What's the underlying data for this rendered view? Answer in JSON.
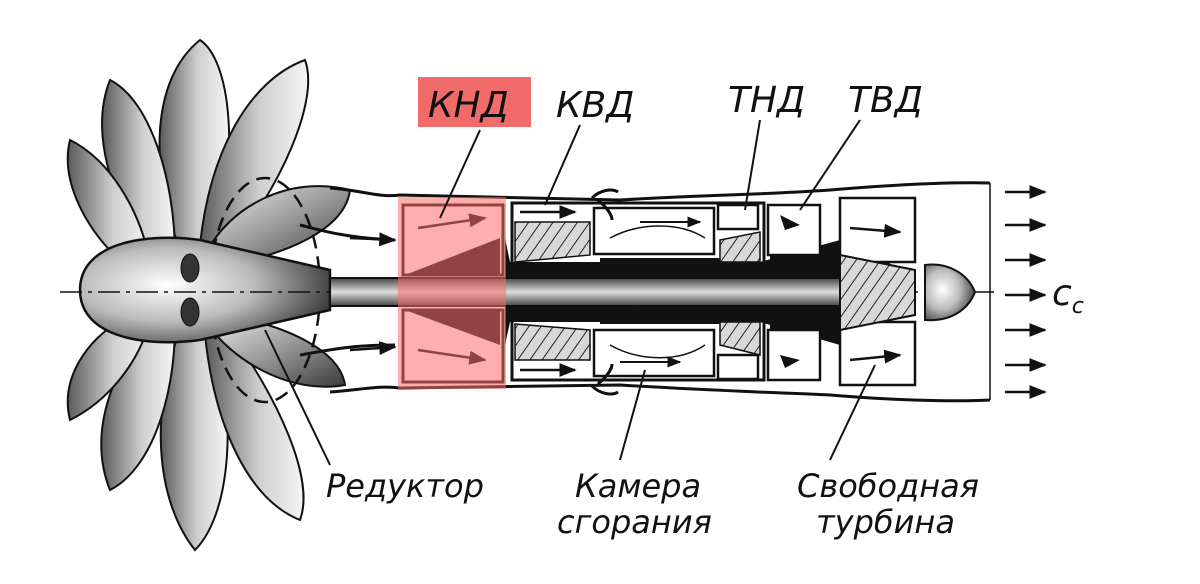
{
  "labels": {
    "knd": "КНД",
    "kvd": "КВД",
    "tnd": "ТНД",
    "tvd": "ТВД",
    "exhaust_symbol": "c",
    "exhaust_subscript": "c",
    "reducer": "Редуктор",
    "combustion_line1": "Камера",
    "combustion_line2": "сгорания",
    "turbine_line1": "Свободная",
    "turbine_line2": "турбина"
  },
  "colors": {
    "highlight": "#f26b6b",
    "highlight_overlay": "#ff6b6b",
    "ink": "#111111"
  }
}
